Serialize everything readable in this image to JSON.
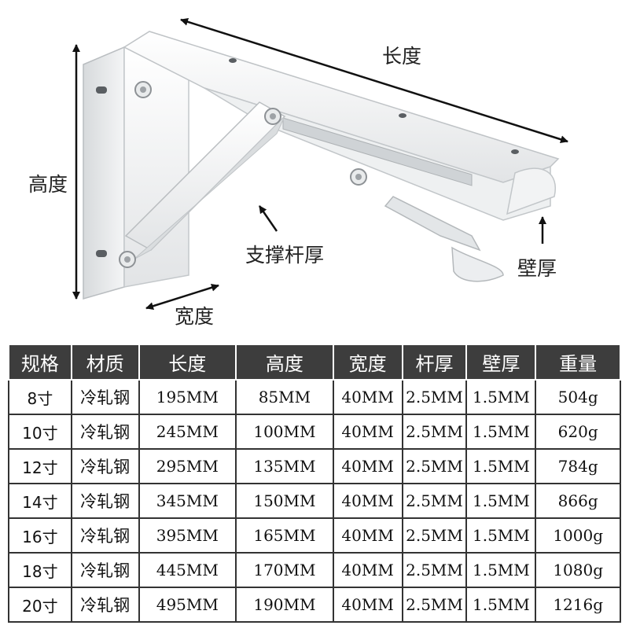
{
  "labels": {
    "length": "长度",
    "height": "高度",
    "rod_thickness": "支撑杆厚",
    "wall_thickness": "壁厚",
    "width": "宽度"
  },
  "table": {
    "headers": [
      "规格",
      "材质",
      "长度",
      "高度",
      "宽度",
      "杆厚",
      "壁厚",
      "重量"
    ],
    "rows": [
      [
        "8寸",
        "冷轧钢",
        "195MM",
        "85MM",
        "40MM",
        "2.5MM",
        "1.5MM",
        "504g"
      ],
      [
        "10寸",
        "冷轧钢",
        "245MM",
        "100MM",
        "40MM",
        "2.5MM",
        "1.5MM",
        "620g"
      ],
      [
        "12寸",
        "冷轧钢",
        "295MM",
        "135MM",
        "40MM",
        "2.5MM",
        "1.5MM",
        "784g"
      ],
      [
        "14寸",
        "冷轧钢",
        "345MM",
        "150MM",
        "40MM",
        "2.5MM",
        "1.5MM",
        "866g"
      ],
      [
        "16寸",
        "冷轧钢",
        "395MM",
        "165MM",
        "40MM",
        "2.5MM",
        "1.5MM",
        "1000g"
      ],
      [
        "18寸",
        "冷轧钢",
        "445MM",
        "170MM",
        "40MM",
        "2.5MM",
        "1.5MM",
        "1080g"
      ],
      [
        "20寸",
        "冷轧钢",
        "495MM",
        "190MM",
        "40MM",
        "2.5MM",
        "1.5MM",
        "1216g"
      ]
    ]
  }
}
